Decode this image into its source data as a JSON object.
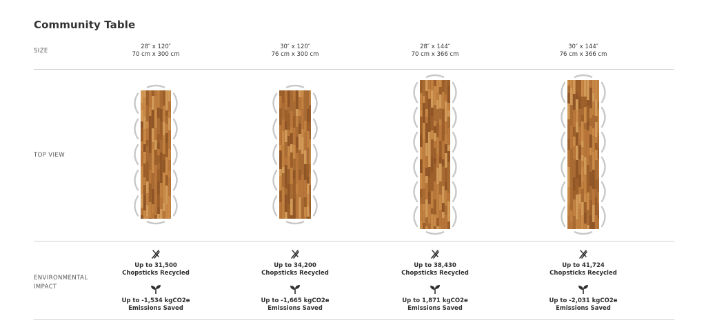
{
  "page_title": "Community Table",
  "row_labels": {
    "size": "SIZE",
    "top_view": "TOP VIEW",
    "environmental": "ENVIRONMENTAL IMPACT"
  },
  "icons": {
    "chopsticks": "chopsticks-icon",
    "emissions": "sprout-icon"
  },
  "colors": {
    "wood_dark": "#a8692f",
    "wood_light": "#c98a48",
    "seat": "#c8c8c8",
    "divider": "#cfcfcf"
  },
  "tables": [
    {
      "size_imperial": "28″ x 120″",
      "size_metric": "70 cm x 300 cm",
      "chopsticks": "Up to 31,500",
      "chopsticks_label": "Chopsticks Recycled",
      "emissions": "Up to -1,534 kgCO2e",
      "emissions_label": "Emissions Saved"
    },
    {
      "size_imperial": "30″ x 120″",
      "size_metric": "76 cm x 300 cm",
      "chopsticks": "Up to 34,200",
      "chopsticks_label": "Chopsticks Recycled",
      "emissions": "Up to -1,665 kgCO2e",
      "emissions_label": "Emissions Saved"
    },
    {
      "size_imperial": "28″ x 144″",
      "size_metric": "70 cm x 366 cm",
      "chopsticks": "Up to 38,430",
      "chopsticks_label": "Chopsticks Recycled",
      "emissions": "Up to 1,871 kgCO2e",
      "emissions_label": "Emissions Saved"
    },
    {
      "size_imperial": "30″ x 144″",
      "size_metric": "76 cm x 366 cm",
      "chopsticks": "Up to 41,724",
      "chopsticks_label": "Chopsticks Recycled",
      "emissions": "Up to -2,031 kgCO2e",
      "emissions_label": "Emissions Saved"
    }
  ]
}
